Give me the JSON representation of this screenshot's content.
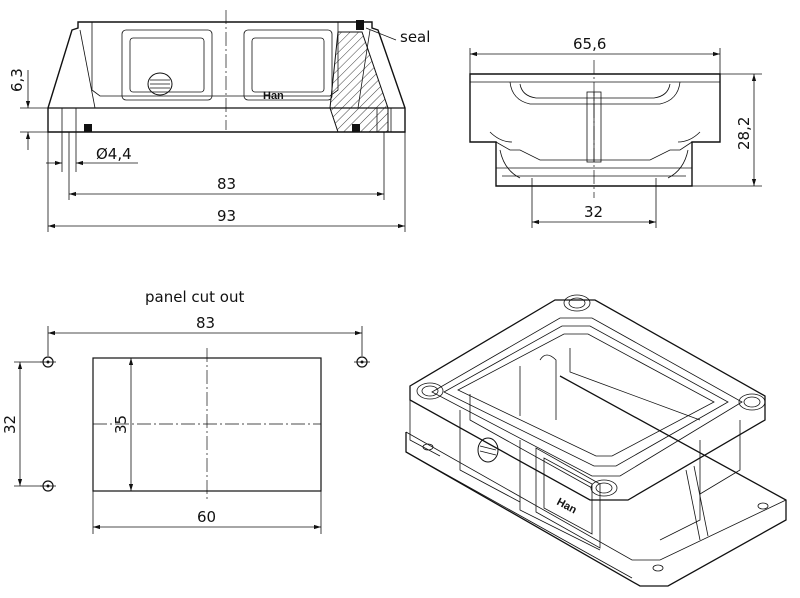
{
  "top_left_view": {
    "seal_label": "seal",
    "logo_text": "Han",
    "dim_height": "6,3",
    "dim_hole": "Ø4,4",
    "dim_hole_pitch": "83",
    "dim_overall": "93"
  },
  "top_right_view": {
    "dim_width": "65,6",
    "dim_height": "28,2",
    "dim_bottom": "32"
  },
  "cutout_view": {
    "title": "panel cut out",
    "dim_hole_pitch_x": "83",
    "dim_hole_pitch_y": "32",
    "dim_cutout_height": "35",
    "dim_cutout_width": "60"
  },
  "iso_view": {
    "logo_text": "Han"
  }
}
